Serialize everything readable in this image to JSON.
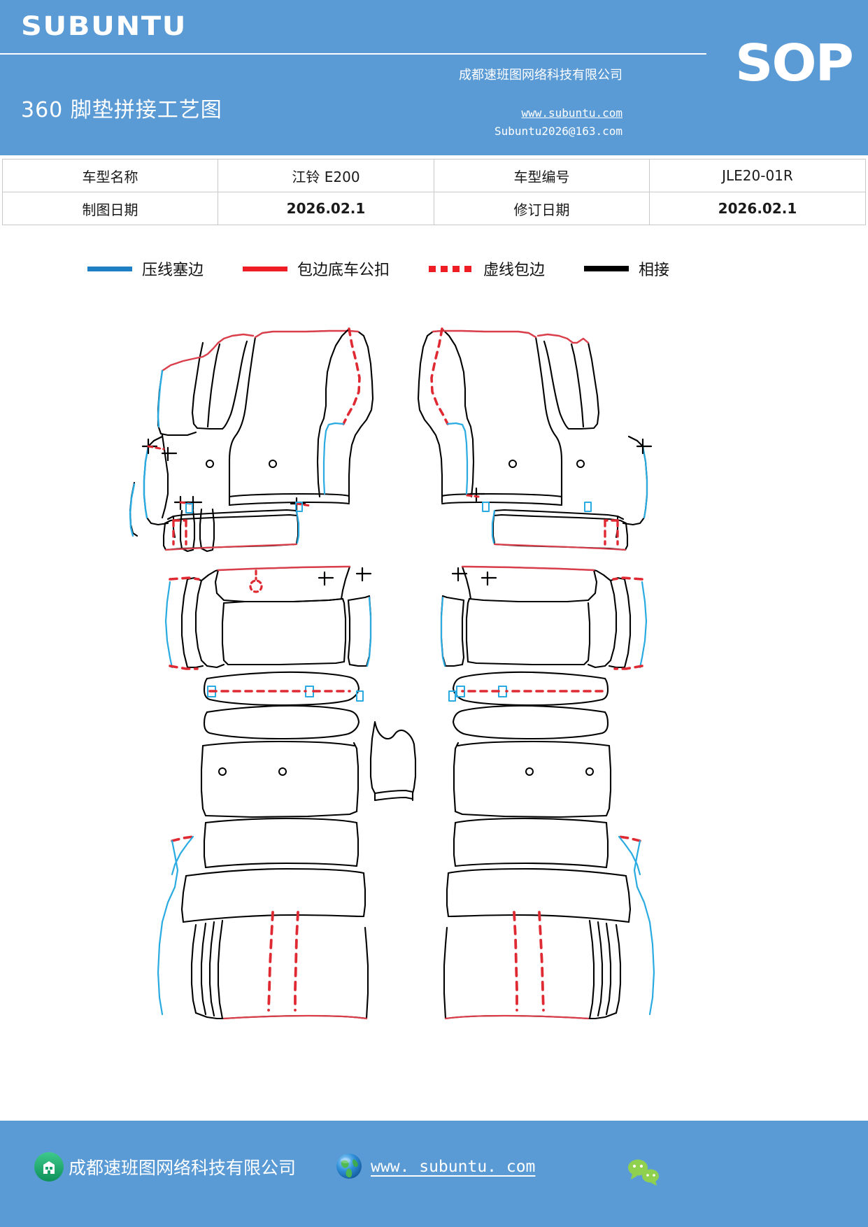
{
  "header": {
    "brand": "SUBUNTU",
    "badge": "SOP",
    "title": "360 脚垫拼接工艺图",
    "company": "成都速班图网络科技有限公司",
    "website": "www.subuntu.com",
    "email": "Subuntu2026@163.com"
  },
  "info": {
    "rows": [
      {
        "label1": "车型名称",
        "value1": "江铃 E200",
        "label2": "车型编号",
        "value2": "JLE20-01R"
      },
      {
        "label1": "制图日期",
        "value1": "2026.02.1",
        "label2": "修订日期",
        "value2": "2026.02.1"
      }
    ]
  },
  "legend": {
    "items": [
      {
        "label": "压线塞边",
        "style": "solid-blue",
        "color": "#1f7fc4"
      },
      {
        "label": "包边底车公扣",
        "style": "solid-red",
        "color": "#ee1c25"
      },
      {
        "label": "虚线包边",
        "style": "dotted-red",
        "color": "#ee1c25"
      },
      {
        "label": "相接",
        "style": "solid-black",
        "color": "#000000"
      }
    ]
  },
  "drawing": {
    "description": "360 脚垫拼接工艺图 - 江铃 E200 汽车脚垫裁片拼接线路图",
    "colors": {
      "cut": "#000000",
      "press_edge": "#29ABE2",
      "bind_buckle": "#E02A33",
      "dotted_bind": "#E02A33"
    }
  },
  "footer": {
    "company": "成都速班图网络科技有限公司",
    "website": "www. subuntu. com"
  },
  "theme": {
    "brand_blue": "#5b9bd5",
    "legend_red": "#ee1c25",
    "legend_blue": "#1f7fc4",
    "icon_green": "#1ea362",
    "wechat_green": "#8fd14f"
  }
}
